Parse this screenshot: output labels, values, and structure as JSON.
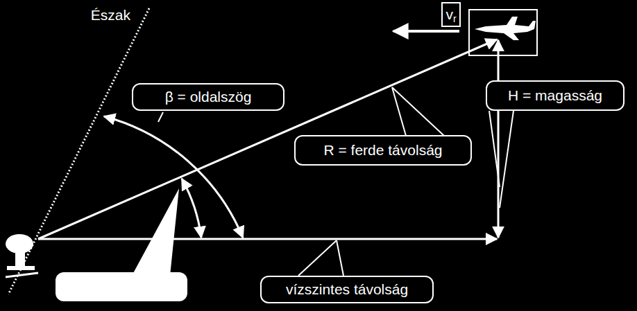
{
  "diagram": {
    "nodes": [
      {
        "text": [
          "v",
          "r"
        ]
      },
      {
        "text": [
          "β = oldalszög"
        ]
      },
      {
        "text": [
          "H = magasság"
        ]
      },
      {
        "text": [
          "R = ferde távolság"
        ]
      },
      {
        "text": [
          "vízszintes távolság"
        ]
      }
    ],
    "labels": [
      "Észak"
    ]
  }
}
